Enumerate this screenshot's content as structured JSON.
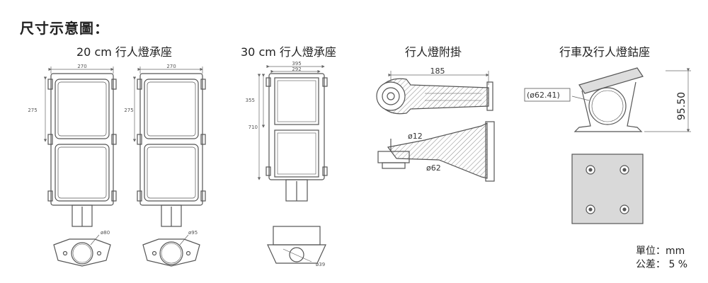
{
  "title": "尺寸示意圖：",
  "headers": {
    "h1": "20 cm 行人燈承座",
    "h2": "30 cm 行人燈承座",
    "h3": "行人燈附掛",
    "h4": "行車及行人燈鈷座"
  },
  "dims": {
    "a_width": "270",
    "a_height": "275",
    "a_dia": "ø80",
    "b_width": "270",
    "b_height": "275",
    "b_dia": "ø95",
    "c_width1": "395",
    "c_width2": "292",
    "c_height1": "355",
    "c_height2": "710",
    "c_dia": "ø39",
    "d_length": "185",
    "d_dia1": "ø12",
    "d_dia2": "ø62",
    "e_dia": "(ø62.41)",
    "e_height": "95.50"
  },
  "units": {
    "unit": "單位：mm",
    "tolerance": "公差： 5 %"
  }
}
